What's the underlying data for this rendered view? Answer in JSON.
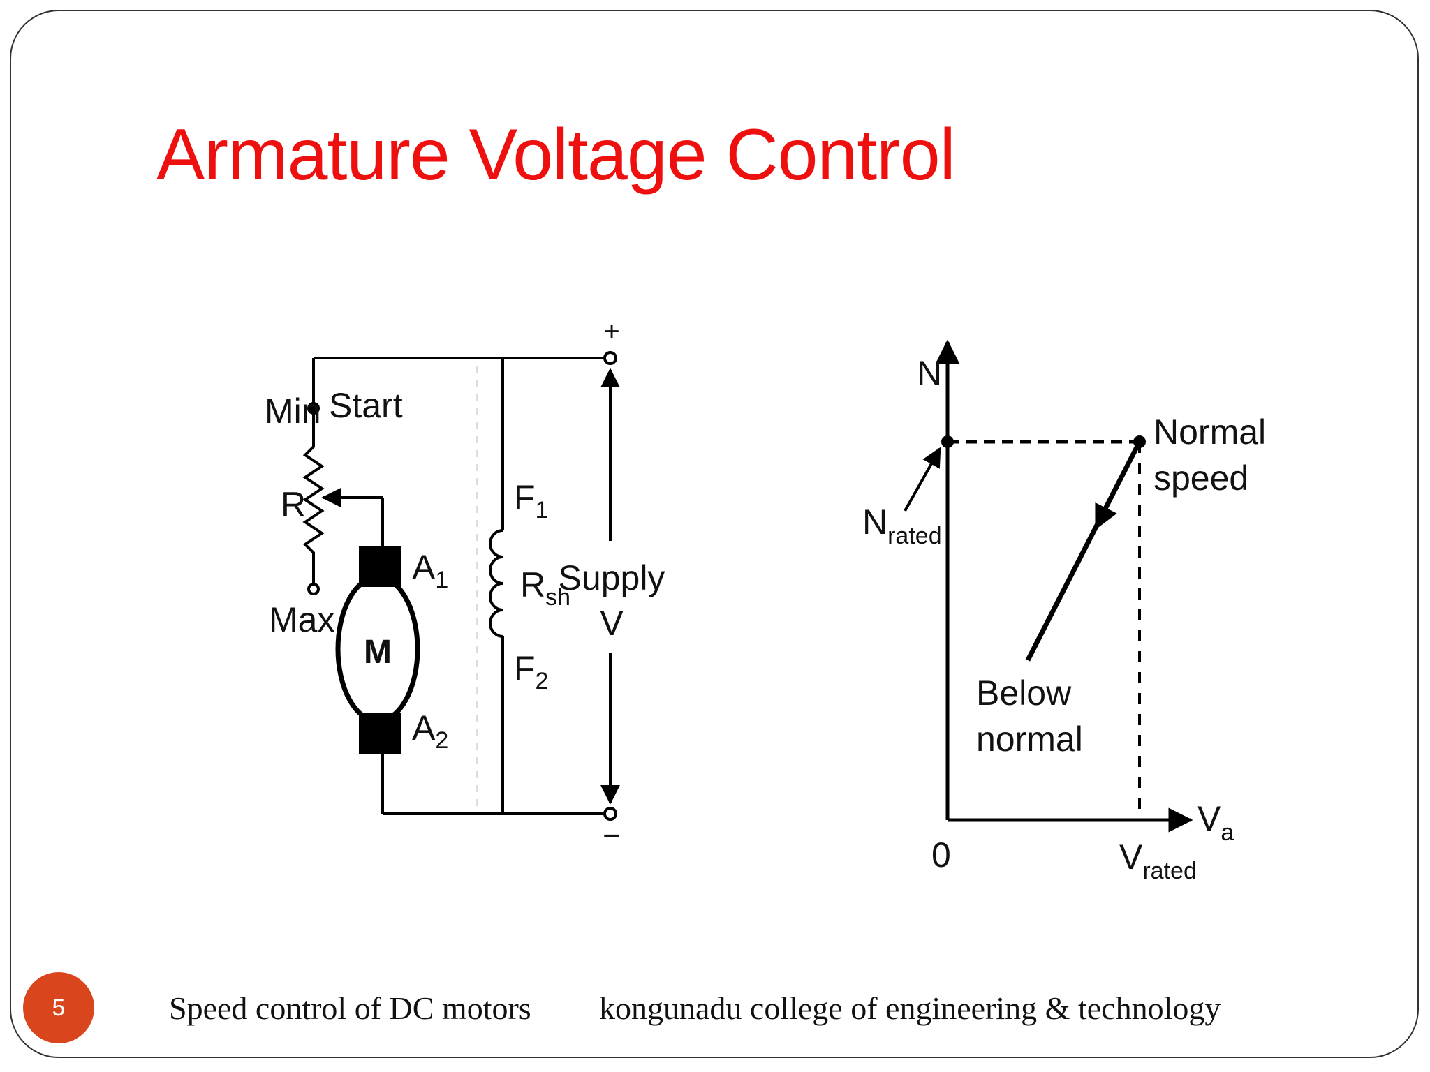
{
  "slide": {
    "title": "Armature Voltage Control",
    "number": "5",
    "footer_left": "Speed control of DC motors",
    "footer_right": "kongunadu college of engineering & technology"
  },
  "circuit": {
    "plus": "+",
    "minus": "−",
    "min_label": "Min",
    "start_label": "Start",
    "r_label": "R",
    "max_label": "Max",
    "motor_label": "M",
    "a1": {
      "main": "A",
      "sub": "1"
    },
    "a2": {
      "main": "A",
      "sub": "2"
    },
    "f1": {
      "main": "F",
      "sub": "1"
    },
    "f2": {
      "main": "F",
      "sub": "2"
    },
    "rsh": {
      "main": "R",
      "sub": "sh"
    },
    "supply_label": "Supply",
    "v_label": "V"
  },
  "graph": {
    "y_axis": "N",
    "x_axis": {
      "main": "V",
      "sub": "a"
    },
    "origin": "0",
    "n_rated": {
      "main": "N",
      "sub": "rated"
    },
    "v_rated": {
      "main": "V",
      "sub": "rated"
    },
    "normal_speed": [
      "Normal",
      "speed"
    ],
    "below_normal": [
      "Below",
      "normal"
    ]
  }
}
